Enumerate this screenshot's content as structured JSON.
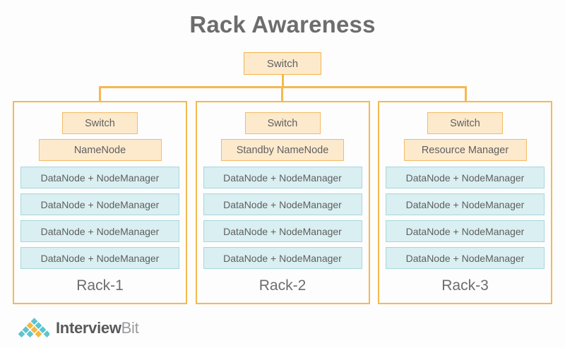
{
  "title": "Rack Awareness",
  "top_switch": {
    "label": "Switch"
  },
  "colors": {
    "background": "#fdfdfd",
    "accent_orange_border": "#f5b94f",
    "accent_orange_fill": "#fdeacd",
    "node_teal_fill": "#d9eff1",
    "node_teal_border": "#a8d7dd",
    "text_gray": "#6d6d6d",
    "logo_teal": "#5ec4cf",
    "logo_orange": "#f5b942"
  },
  "connectors": {
    "trunk": "vertical-line-from-top-switch",
    "bus": "horizontal-distribution-line",
    "drops": [
      "drop-to-rack-1",
      "drop-to-rack-2",
      "drop-to-rack-3"
    ]
  },
  "racks": [
    {
      "switch": "Switch",
      "master": "NameNode",
      "nodes": [
        "DataNode + NodeManager",
        "DataNode + NodeManager",
        "DataNode + NodeManager",
        "DataNode + NodeManager"
      ],
      "label": "Rack-1"
    },
    {
      "switch": "Switch",
      "master": "Standby NameNode",
      "nodes": [
        "DataNode + NodeManager",
        "DataNode + NodeManager",
        "DataNode + NodeManager",
        "DataNode + NodeManager"
      ],
      "label": "Rack-2"
    },
    {
      "switch": "Switch",
      "master": "Resource Manager",
      "nodes": [
        "DataNode + NodeManager",
        "DataNode + NodeManager",
        "DataNode + NodeManager",
        "DataNode + NodeManager"
      ],
      "label": "Rack-3"
    }
  ],
  "logo": {
    "mark": "diamond-grid-logo",
    "name_strong": "Interview",
    "name_light": "Bit"
  }
}
